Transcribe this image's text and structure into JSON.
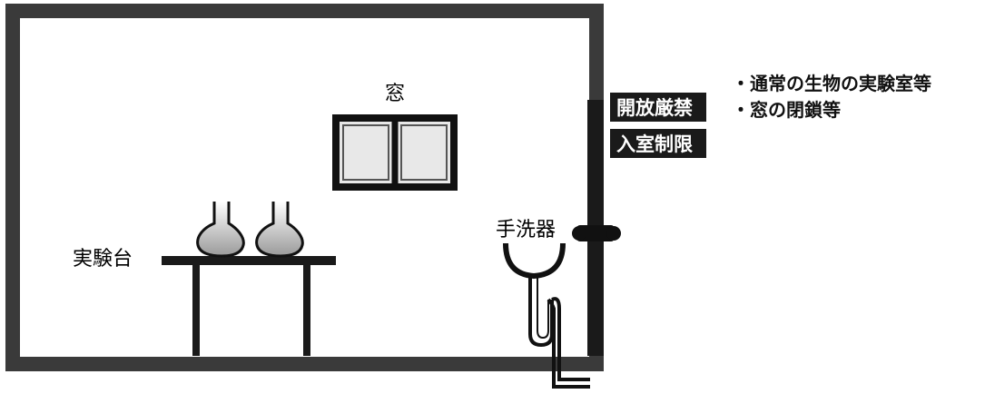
{
  "labels": {
    "window": "窓",
    "bench": "実験台",
    "sink": "手洗器"
  },
  "signs": {
    "line1": "開放厳禁",
    "line2": "入室制限"
  },
  "notes": [
    "・通常の生物の実験室等",
    "・窓の閉鎖等"
  ],
  "colors": {
    "wall": "#3a3a3a",
    "ink": "#000000",
    "sign_bg": "#1a1a1a",
    "pane": "#e8e8e8"
  }
}
